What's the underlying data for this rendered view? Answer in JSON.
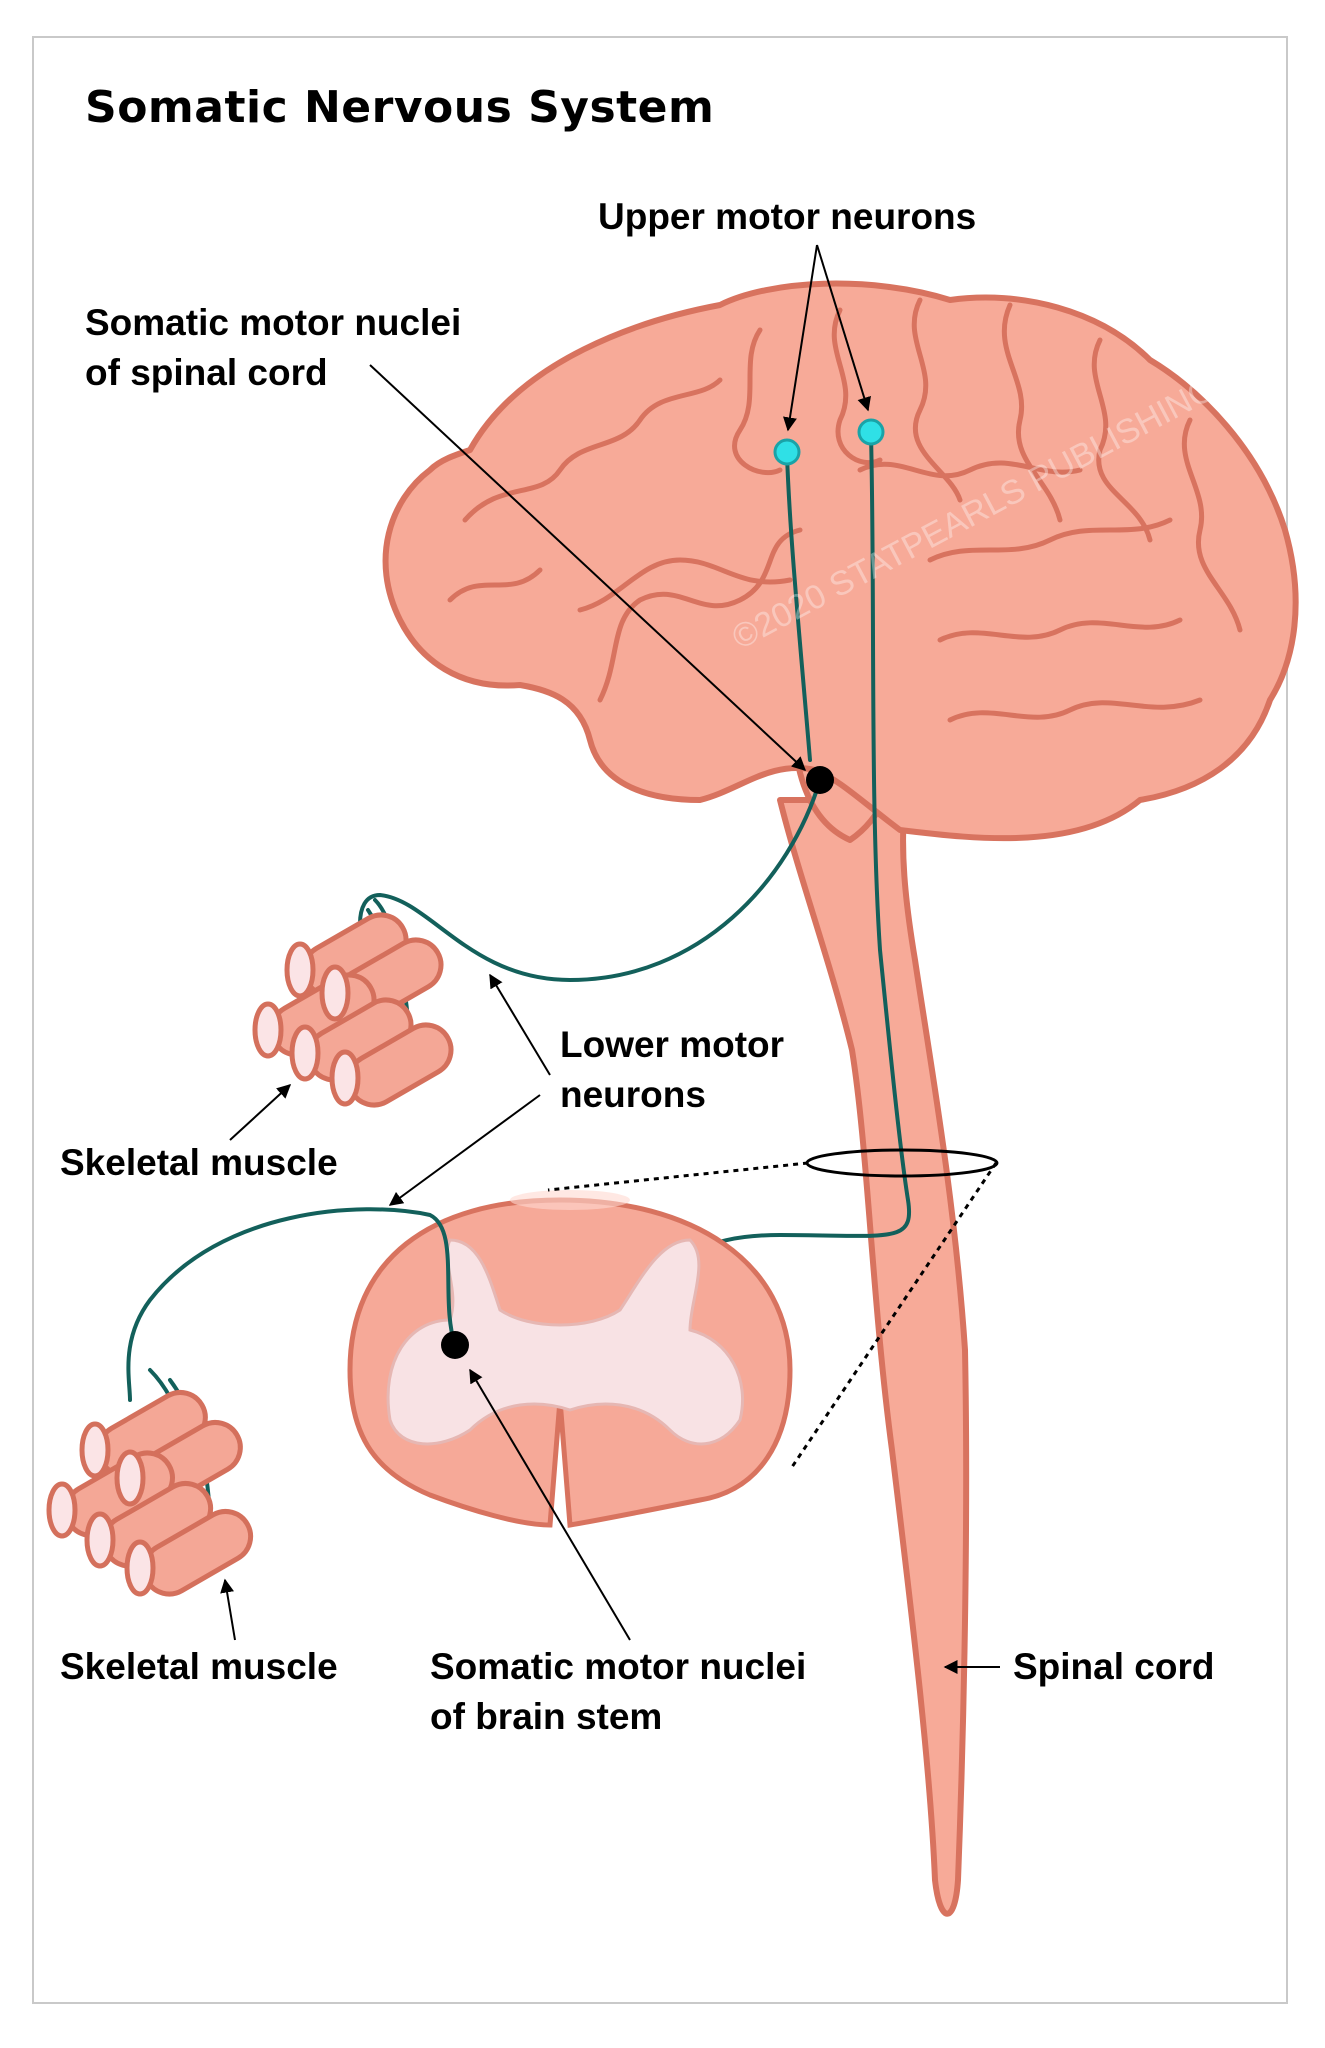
{
  "title": "Somatic Nervous System",
  "labels": {
    "upper_motor_neurons": "Upper motor neurons",
    "somatic_motor_nuclei_spinal": [
      "Somatic motor nuclei",
      "of spinal cord"
    ],
    "lower_motor_neurons": [
      "Lower motor",
      "neurons"
    ],
    "skeletal_muscle_top": "Skeletal muscle",
    "skeletal_muscle_bottom": "Skeletal muscle",
    "somatic_motor_nuclei_brainstem": [
      "Somatic motor nuclei",
      "of brain stem"
    ],
    "spinal_cord": "Spinal cord"
  },
  "watermark": "©2020 STATPEARLS PUBLISHING",
  "colors": {
    "tissue": "#f7aa98",
    "tissue_outline": "#d8735f",
    "grey_matter": "#f8e2e4",
    "axon": "#13605b",
    "upper_motor_neuron_soma": "#2fe0e6",
    "lower_motor_neuron_soma": "#000000"
  }
}
